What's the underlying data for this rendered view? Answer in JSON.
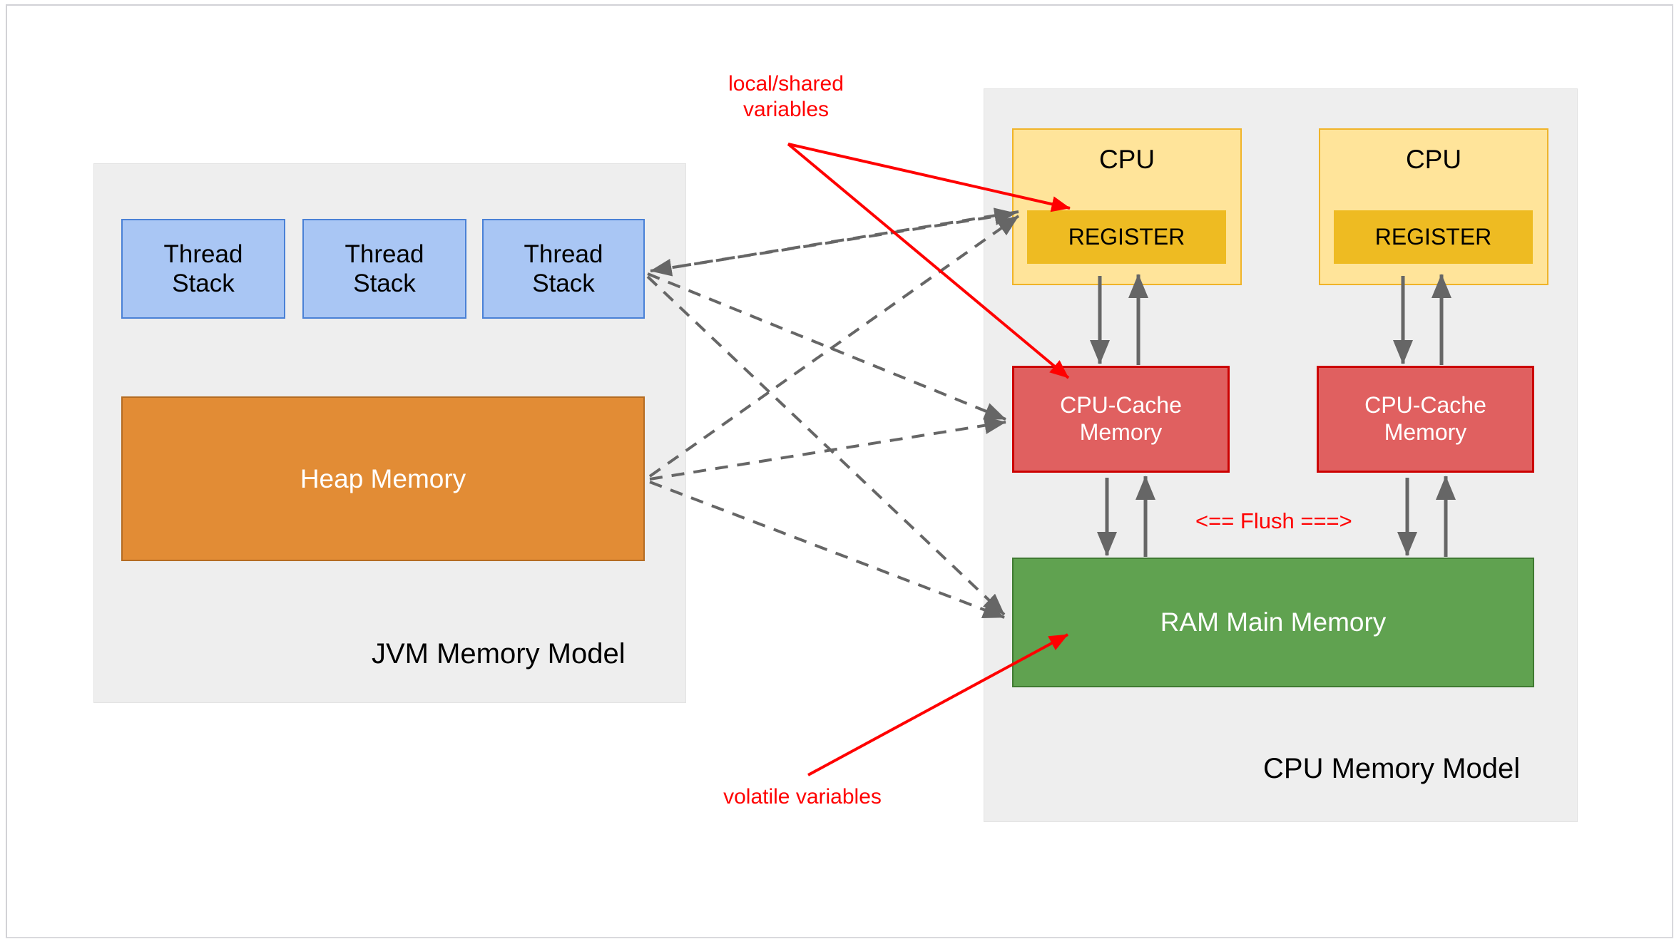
{
  "diagram": {
    "title_left": "JVM Memory Model",
    "title_right": "CPU Memory Model",
    "colors": {
      "thread_stack_fill": "#a9c6f4",
      "thread_stack_border": "#4a81d6",
      "heap_fill": "#e28c35",
      "heap_border": "#b46c23",
      "cpu_fill": "#ffe49a",
      "cpu_border": "#f0b429",
      "register_fill": "#eebb22",
      "cache_fill": "#e06060",
      "cache_border": "#cc0000",
      "ram_fill": "#60a250",
      "ram_border": "#3f7a31",
      "panel_fill": "#eeeeee",
      "annotation_red": "#ff0000",
      "arrow_gray": "#666666"
    }
  },
  "jvm": {
    "caption": "JVM Memory Model",
    "thread_stacks": [
      {
        "label": "Thread\nStack"
      },
      {
        "label": "Thread\nStack"
      },
      {
        "label": "Thread\nStack"
      }
    ],
    "heap": {
      "label": "Heap Memory"
    }
  },
  "cpu_model": {
    "caption": "CPU Memory Model",
    "cpus": [
      {
        "label": "CPU",
        "register": "REGISTER",
        "cache": "CPU-Cache\nMemory"
      },
      {
        "label": "CPU",
        "register": "REGISTER",
        "cache": "CPU-Cache\nMemory"
      }
    ],
    "ram": {
      "label": "RAM Main Memory"
    },
    "flush_label": "<== Flush ===>"
  },
  "annotations": {
    "local_shared": "local/shared\nvariables",
    "volatile": "volatile variables"
  }
}
